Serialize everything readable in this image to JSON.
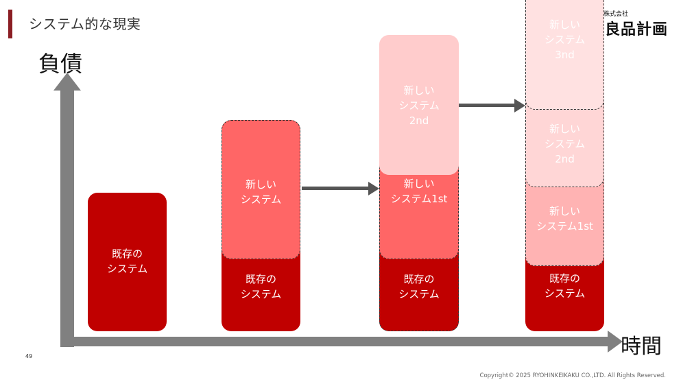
{
  "header": {
    "title": "システム的な現実",
    "logo_small": "株式会社",
    "logo_main": "良品計画"
  },
  "axes": {
    "y_label": "負債",
    "x_label": "時間"
  },
  "boxes": {
    "stage1_legacy": "既存の\nシステム",
    "stage2_new": "新しい\nシステム",
    "stage2_legacy": "既存の\nシステム",
    "stage3_new2": "新しい\nシステム\n2nd",
    "stage3_new1": "新しい\nシステム1st",
    "stage3_legacy": "既存の\nシステム",
    "stage4_new3": "新しい\nシステム\n3nd",
    "stage4_new2": "新しい\nシステム\n2nd",
    "stage4_new1": "新しい\nシステム1st",
    "stage4_legacy": "既存の\nシステム"
  },
  "footer": {
    "page_number": "49",
    "copyright": "Copyright© 2025 RYOHINKEIKAKU CO.,LTD. All Rights Reserved."
  },
  "colors": {
    "legacy": "#c00000",
    "new_1st": "#ff6666",
    "new_2nd": "#ffcccc",
    "axis": "#808080",
    "accent": "#8b1e24"
  }
}
